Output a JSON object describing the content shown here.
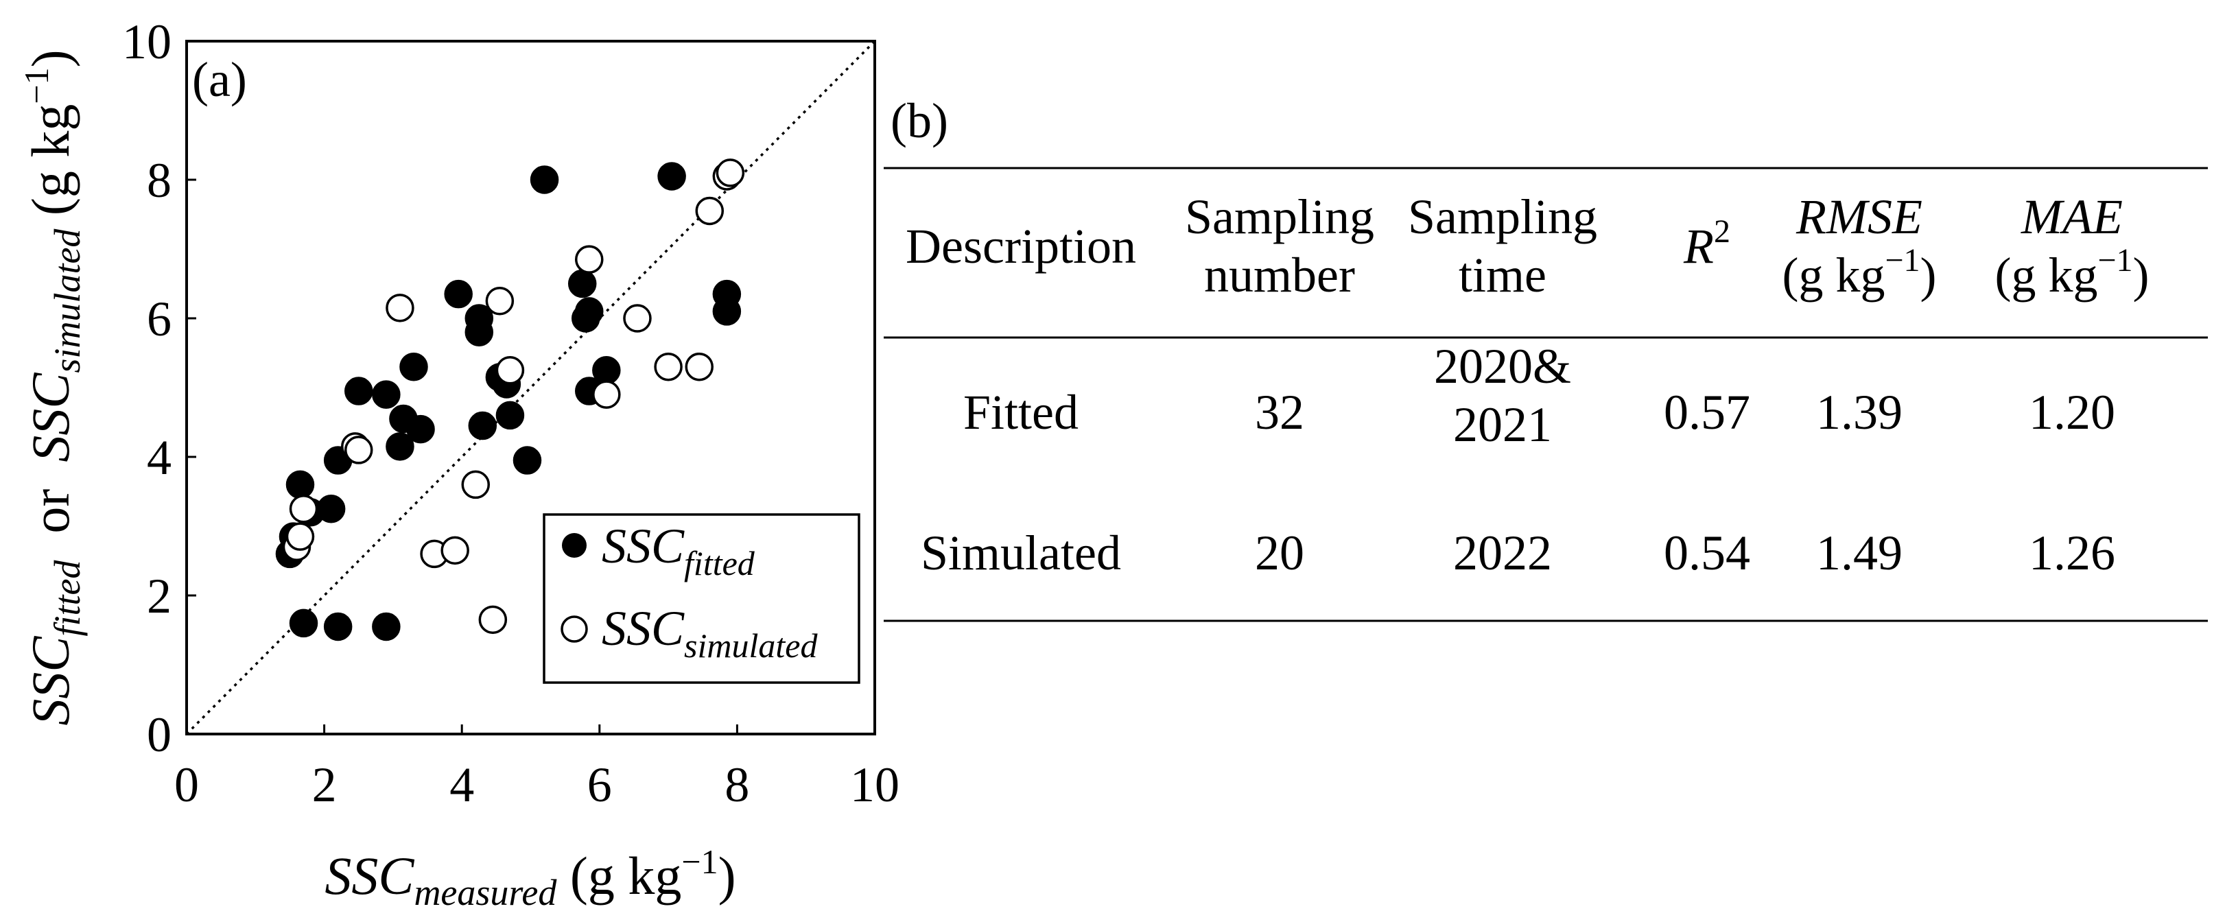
{
  "chart_data": [
    {
      "type": "scatter",
      "panel_label": "(a)",
      "xlabel": {
        "main": "SSC",
        "sub": "measured",
        "unit_open": " (g kg",
        "unit_exp": "−1",
        "unit_close": ")"
      },
      "ylabel": {
        "a_main": "SSC",
        "a_sub": "fitted",
        "joiner": "  or  ",
        "b_main": "SSC",
        "b_sub": "simulated",
        "unit_open": " (g kg",
        "unit_exp": "−1",
        "unit_close": ")"
      },
      "xlim": [
        0,
        10
      ],
      "ylim": [
        0,
        10
      ],
      "xticks": [
        0,
        2,
        4,
        6,
        8,
        10
      ],
      "yticks": [
        0,
        2,
        4,
        6,
        8,
        10
      ],
      "xtick_labels": [
        "0",
        "2",
        "4",
        "6",
        "8",
        "10"
      ],
      "ytick_labels": [
        "0",
        "2",
        "4",
        "6",
        "8",
        "10"
      ],
      "reference_line": "1:1 dotted",
      "legend_position": "bottom-right",
      "series": [
        {
          "main": "SSC",
          "sub": "fitted",
          "marker": "filled-circle",
          "color": "#000000",
          "points": [
            [
              1.5,
              2.6
            ],
            [
              1.55,
              2.85
            ],
            [
              1.65,
              3.6
            ],
            [
              1.7,
              1.6
            ],
            [
              1.8,
              3.2
            ],
            [
              2.1,
              3.25
            ],
            [
              2.2,
              3.95
            ],
            [
              2.2,
              1.55
            ],
            [
              2.5,
              4.95
            ],
            [
              2.9,
              4.9
            ],
            [
              2.9,
              1.55
            ],
            [
              3.1,
              4.15
            ],
            [
              3.15,
              4.55
            ],
            [
              3.3,
              5.3
            ],
            [
              3.4,
              4.4
            ],
            [
              3.95,
              6.35
            ],
            [
              4.25,
              6.0
            ],
            [
              4.25,
              5.8
            ],
            [
              4.3,
              4.45
            ],
            [
              4.55,
              5.15
            ],
            [
              4.65,
              5.05
            ],
            [
              4.7,
              4.6
            ],
            [
              4.95,
              3.95
            ],
            [
              5.2,
              8.0
            ],
            [
              5.75,
              6.5
            ],
            [
              5.8,
              6.0
            ],
            [
              5.85,
              6.1
            ],
            [
              5.85,
              4.95
            ],
            [
              6.1,
              5.25
            ],
            [
              7.05,
              8.05
            ],
            [
              7.85,
              6.35
            ],
            [
              7.85,
              6.1
            ]
          ]
        },
        {
          "main": "SSC",
          "sub": "simulated",
          "marker": "open-circle",
          "color": "#000000",
          "points": [
            [
              1.6,
              2.7
            ],
            [
              1.65,
              2.85
            ],
            [
              1.7,
              3.25
            ],
            [
              2.45,
              4.15
            ],
            [
              2.5,
              4.1
            ],
            [
              3.1,
              6.15
            ],
            [
              3.6,
              2.6
            ],
            [
              3.9,
              2.65
            ],
            [
              4.2,
              3.6
            ],
            [
              4.45,
              1.65
            ],
            [
              4.55,
              6.25
            ],
            [
              4.7,
              5.25
            ],
            [
              5.85,
              6.85
            ],
            [
              6.1,
              4.9
            ],
            [
              6.55,
              6.0
            ],
            [
              7.0,
              5.3
            ],
            [
              7.45,
              5.3
            ],
            [
              7.6,
              7.55
            ],
            [
              7.85,
              8.05
            ],
            [
              7.9,
              8.1
            ]
          ]
        }
      ]
    },
    {
      "type": "table",
      "panel_label": "(b)",
      "columns": [
        {
          "lines": [
            "Description"
          ],
          "italic": false
        },
        {
          "lines": [
            "Sampling",
            "number"
          ],
          "italic": false
        },
        {
          "lines": [
            "Sampling",
            "time"
          ],
          "italic": false
        },
        {
          "lines": [
            "R"
          ],
          "sup": "2",
          "italic": true
        },
        {
          "lines": [
            "RMSE"
          ],
          "unit": "(g kg",
          "unit_exp": "−1",
          "unit_close": ")",
          "italic": true
        },
        {
          "lines": [
            "MAE"
          ],
          "unit": "(g kg",
          "unit_exp": "−1",
          "unit_close": ")",
          "italic": true
        }
      ],
      "rows": [
        {
          "cells": [
            [
              "Fitted"
            ],
            [
              "32"
            ],
            [
              "2020&",
              "2021"
            ],
            [
              "0.57"
            ],
            [
              "1.39"
            ],
            [
              "1.20"
            ]
          ]
        },
        {
          "cells": [
            [
              "Simulated"
            ],
            [
              "20"
            ],
            [
              "2022"
            ],
            [
              "0.54"
            ],
            [
              "1.49"
            ],
            [
              "1.26"
            ]
          ]
        }
      ]
    }
  ]
}
